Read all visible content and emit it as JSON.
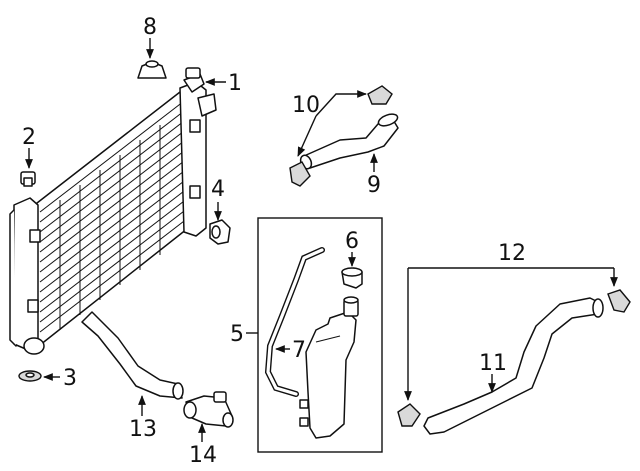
{
  "callouts": [
    {
      "id": "1",
      "part": "radiator"
    },
    {
      "id": "2",
      "part": "drain-plug"
    },
    {
      "id": "3",
      "part": "washer"
    },
    {
      "id": "4",
      "part": "clamp-bracket"
    },
    {
      "id": "5",
      "part": "reservoir-assembly"
    },
    {
      "id": "6",
      "part": "reservoir-cap"
    },
    {
      "id": "7",
      "part": "overflow-hose"
    },
    {
      "id": "8",
      "part": "radiator-cap"
    },
    {
      "id": "9",
      "part": "upper-hose"
    },
    {
      "id": "10",
      "part": "upper-hose-clamps"
    },
    {
      "id": "11",
      "part": "lower-hose"
    },
    {
      "id": "12",
      "part": "lower-hose-clamps"
    },
    {
      "id": "13",
      "part": "radiator-outlet-hose"
    },
    {
      "id": "14",
      "part": "water-outlet"
    }
  ]
}
